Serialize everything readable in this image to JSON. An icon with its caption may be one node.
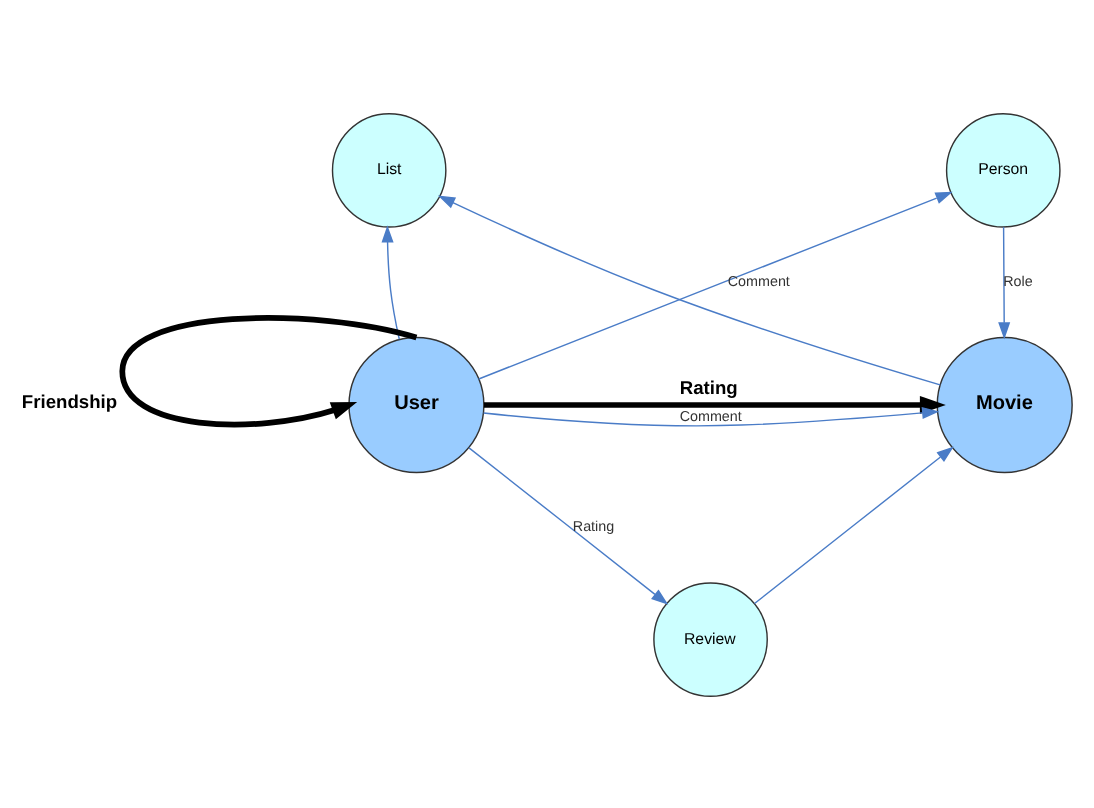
{
  "diagram": {
    "nodes": [
      {
        "text": [
          "List"
        ]
      },
      {
        "text": [
          "Person"
        ]
      },
      {
        "text": [
          "User"
        ]
      },
      {
        "text": [
          "Movie"
        ]
      },
      {
        "text": [
          "Review"
        ]
      }
    ],
    "edges": [
      {
        "from": 2,
        "to": 2,
        "arrow": "to",
        "label": "Friendship",
        "style": "thick",
        "color": "#000000"
      },
      {
        "from": 2,
        "to": 0,
        "arrow": "to"
      },
      {
        "from": 2,
        "to": 1,
        "arrow": "to",
        "label": "Comment"
      },
      {
        "from": 3,
        "to": 0,
        "arrow": "to"
      },
      {
        "from": 1,
        "to": 3,
        "arrow": "to",
        "label": "Role"
      },
      {
        "from": 2,
        "to": 3,
        "arrow": "to",
        "label": "Rating",
        "style": "thick",
        "color": "#000000"
      },
      {
        "from": 2,
        "to": 3,
        "arrow": "to",
        "label": "Comment"
      },
      {
        "from": 2,
        "to": 4,
        "arrow": "to",
        "label": "Rating"
      },
      {
        "from": 4,
        "to": 3,
        "arrow": "to"
      }
    ]
  }
}
